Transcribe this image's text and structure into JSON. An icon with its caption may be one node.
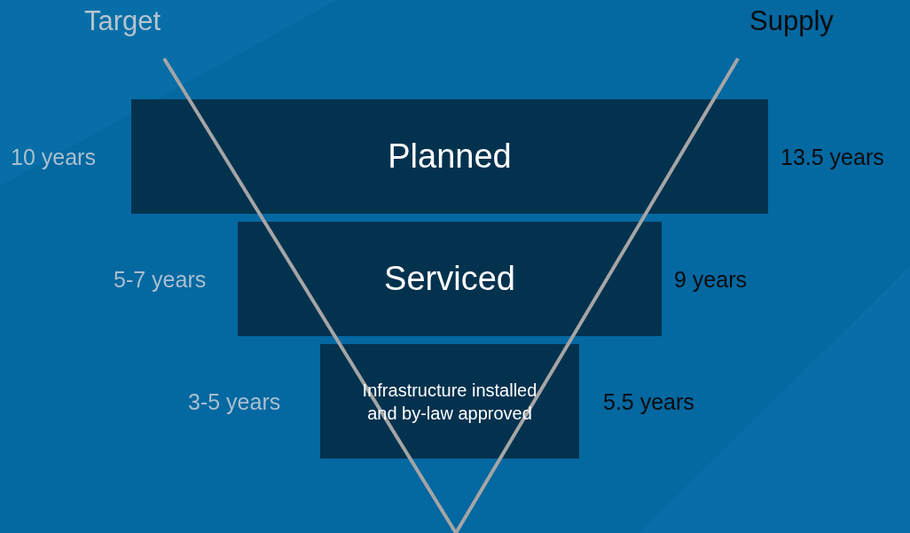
{
  "diagram": {
    "nodes": [
      {
        "text": [
          "Planned"
        ],
        "beside": [
          "10 years",
          "13.5 years"
        ]
      },
      {
        "text": [
          "Serviced"
        ],
        "beside": [
          "5-7 years",
          "9 years"
        ]
      },
      {
        "text": [
          "Infrastructure installed and by-law approved"
        ],
        "beside": [
          "3-5 years",
          "5.5 years"
        ]
      }
    ],
    "labels": [
      "Target",
      "Supply"
    ]
  }
}
